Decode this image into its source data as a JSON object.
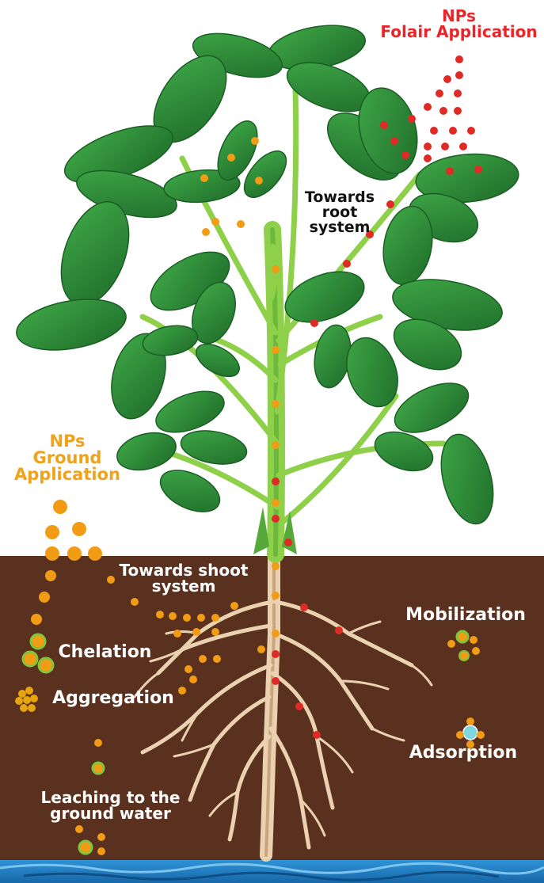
{
  "colors": {
    "sky": "#ffffff",
    "soil": "#5a301e",
    "water": "#1e7fc4",
    "leaf": "#2c8c35",
    "leaf_dark": "#1e6a28",
    "stem": "#8fd04a",
    "root": "#e6c9a3",
    "np_red": "#e02a25",
    "np_orange": "#f29b14",
    "chelate_green": "#7fc63c",
    "adsorb_cyan": "#7fd8e0"
  },
  "labels": {
    "foliar": [
      "NPs",
      "Folair Application"
    ],
    "ground": [
      "NPs",
      "Ground",
      "Application"
    ],
    "towards_root": [
      "Towards",
      "root",
      "system"
    ],
    "towards_shoot": [
      "Towards shoot",
      "system"
    ],
    "mobilization": "Mobilization",
    "chelation": "Chelation",
    "aggregation": "Aggregation",
    "adsorption": "Adsorption",
    "leaching": [
      "Leaching to the",
      "ground water"
    ]
  }
}
